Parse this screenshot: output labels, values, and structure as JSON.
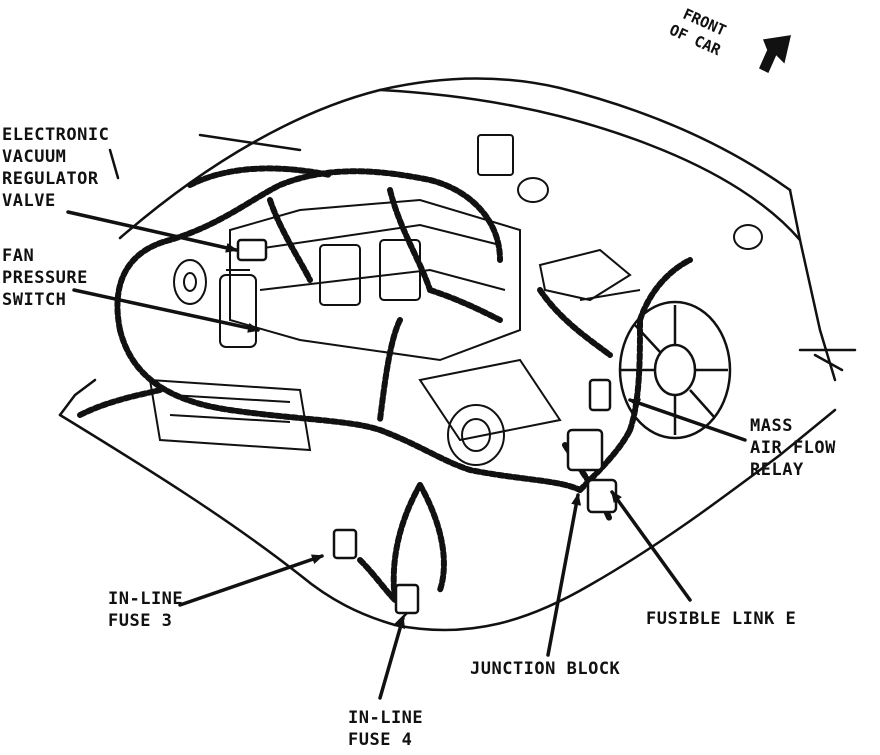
{
  "labels": {
    "front_of_car": [
      "FRONT",
      "OF CAR"
    ],
    "evr_valve": [
      "ELECTRONIC",
      "VACUUM",
      "REGULATOR",
      "VALVE"
    ],
    "fan_switch": [
      "FAN",
      "PRESSURE",
      "SWITCH"
    ],
    "maf_relay": [
      "MASS",
      "AIR FLOW",
      "RELAY"
    ],
    "fuse3": [
      "IN-LINE",
      "FUSE 3"
    ],
    "fuse4": [
      "IN-LINE",
      "FUSE 4"
    ],
    "junction_block": "JUNCTION BLOCK",
    "fusible_link": "FUSIBLE LINK E"
  },
  "colors": {
    "ink": "#111111",
    "paper": "#ffffff"
  }
}
